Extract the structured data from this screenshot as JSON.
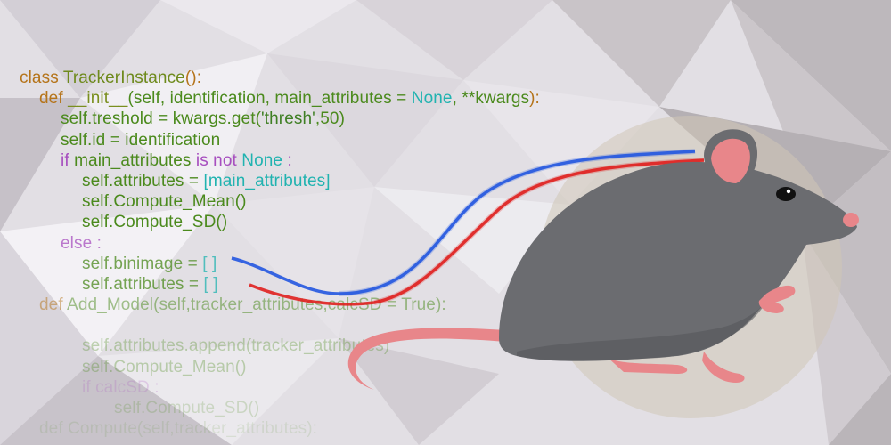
{
  "code_lines": [
    {
      "indent": 0,
      "fade": 0,
      "tokens": [
        {
          "t": "class ",
          "c": "def"
        },
        {
          "t": "TrackerInstance",
          "c": "cls"
        },
        {
          "t": "():",
          "c": "def"
        }
      ]
    },
    {
      "indent": 1,
      "fade": 0,
      "tokens": [
        {
          "t": "def ",
          "c": "def"
        },
        {
          "t": "__init__",
          "c": "fn"
        },
        {
          "t": "(self, identification, main_attributes = ",
          "c": "plain"
        },
        {
          "t": "None",
          "c": "const"
        },
        {
          "t": ", **kwargs",
          "c": "plain"
        },
        {
          "t": "):",
          "c": "def"
        }
      ]
    },
    {
      "indent": 2,
      "fade": 0,
      "tokens": [
        {
          "t": "self.treshold = kwargs.get(",
          "c": "plain"
        },
        {
          "t": "'thresh'",
          "c": "str"
        },
        {
          "t": ",50)",
          "c": "plain"
        }
      ]
    },
    {
      "indent": 2,
      "fade": 0,
      "tokens": [
        {
          "t": "self.id = identification",
          "c": "plain"
        }
      ]
    },
    {
      "indent": 2,
      "fade": 0,
      "tokens": [
        {
          "t": "if ",
          "c": "kw"
        },
        {
          "t": "main_attributes ",
          "c": "plain"
        },
        {
          "t": "is not ",
          "c": "kw"
        },
        {
          "t": "None",
          "c": "const"
        },
        {
          "t": " :",
          "c": "kw"
        }
      ]
    },
    {
      "indent": 3,
      "fade": 0,
      "tokens": [
        {
          "t": "self.attributes = ",
          "c": "plain"
        },
        {
          "t": "[main_attributes]",
          "c": "const"
        }
      ]
    },
    {
      "indent": 3,
      "fade": 0,
      "tokens": [
        {
          "t": "self.Compute_Mean()",
          "c": "plain"
        }
      ]
    },
    {
      "indent": 3,
      "fade": 0,
      "tokens": [
        {
          "t": "self.Compute_SD()",
          "c": "plain"
        }
      ]
    },
    {
      "indent": 2,
      "fade": 1,
      "tokens": [
        {
          "t": "else",
          "c": "kw"
        },
        {
          "t": " :",
          "c": "kw"
        }
      ]
    },
    {
      "indent": 3,
      "fade": 1,
      "tokens": [
        {
          "t": "self.binimage = ",
          "c": "plain"
        },
        {
          "t": "[ ]",
          "c": "const"
        }
      ]
    },
    {
      "indent": 3,
      "fade": 1,
      "tokens": [
        {
          "t": "self.attributes = ",
          "c": "plain"
        },
        {
          "t": "[ ]",
          "c": "const"
        }
      ]
    },
    {
      "indent": 1,
      "fade": 2,
      "tokens": [
        {
          "t": "def ",
          "c": "def"
        },
        {
          "t": "Add_Model(self,tracker_attributes,calcSD = True):",
          "c": "plain"
        }
      ]
    },
    {
      "indent": 0,
      "fade": 0,
      "tokens": [
        {
          "t": "",
          "c": "plain"
        }
      ]
    },
    {
      "indent": 3,
      "fade": 3,
      "tokens": [
        {
          "t": "self.attributes.append(tracker_attributes)",
          "c": "plain"
        }
      ]
    },
    {
      "indent": 3,
      "fade": 3,
      "tokens": [
        {
          "t": "self.Compute_Mean()",
          "c": "plain"
        }
      ]
    },
    {
      "indent": 3,
      "fade": 4,
      "tokens": [
        {
          "t": "if calcSD :",
          "c": "kw"
        }
      ]
    },
    {
      "indent": 4,
      "fade": 4,
      "tokens": [
        {
          "t": "self.Compute_SD()",
          "c": "plain"
        }
      ]
    },
    {
      "indent": 1,
      "fade": 5,
      "tokens": [
        {
          "t": "def Compute(self,tracker_attributes):",
          "c": "plain"
        }
      ]
    }
  ],
  "colors": {
    "track_blue": "#2457e0",
    "track_red": "#e0201e",
    "mouse_body": "#6b6c70",
    "mouse_pink": "#e8868a",
    "halo": "#cfc6b6"
  }
}
